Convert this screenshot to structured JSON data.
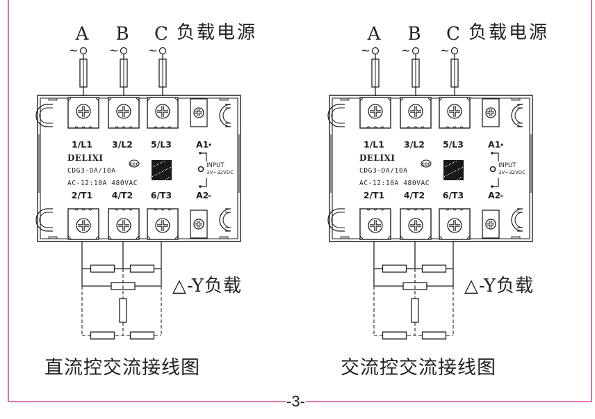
{
  "page": {
    "border_color": "#e0499b",
    "ink_color": "#231f20",
    "page_number": "-3-"
  },
  "diagrams": [
    {
      "id": "dc-control",
      "supply_phases": [
        "A",
        "B",
        "C"
      ],
      "supply_symbol": "~",
      "supply_label": "负载电源",
      "relay": {
        "brand": "DELIXI",
        "model": "CDG3-DA/10A",
        "rating": "AC-12:10A 480VAC",
        "cert_mark": "CCC",
        "line_terminals": [
          "1/L1",
          "3/L2",
          "5/L3"
        ],
        "load_terminals": [
          "2/T1",
          "4/T2",
          "6/T3"
        ],
        "control_pos": "A1",
        "control_pos_sign": "+",
        "control_neg": "A2",
        "control_neg_sign": "-",
        "input_label": "INPUT",
        "input_range": "3V~32VDC"
      },
      "load_label": "△-Y负载",
      "caption": "直流控交流接线图"
    },
    {
      "id": "ac-control",
      "supply_phases": [
        "A",
        "B",
        "C"
      ],
      "supply_symbol": "~",
      "supply_label": "负载电源",
      "relay": {
        "brand": "DELIXI",
        "model": "CDG3-DA/10A",
        "rating": "AC-12:10A 480VAC",
        "cert_mark": "CCC",
        "line_terminals": [
          "1/L1",
          "3/L2",
          "5/L3"
        ],
        "load_terminals": [
          "2/T1",
          "4/T2",
          "6/T3"
        ],
        "control_pos": "A1",
        "control_pos_sign": "+",
        "control_neg": "A2",
        "control_neg_sign": "-",
        "input_label": "INPUT",
        "input_range": "3V~32VDC"
      },
      "load_label": "△-Y负载",
      "caption": "交流控交流接线图"
    }
  ]
}
